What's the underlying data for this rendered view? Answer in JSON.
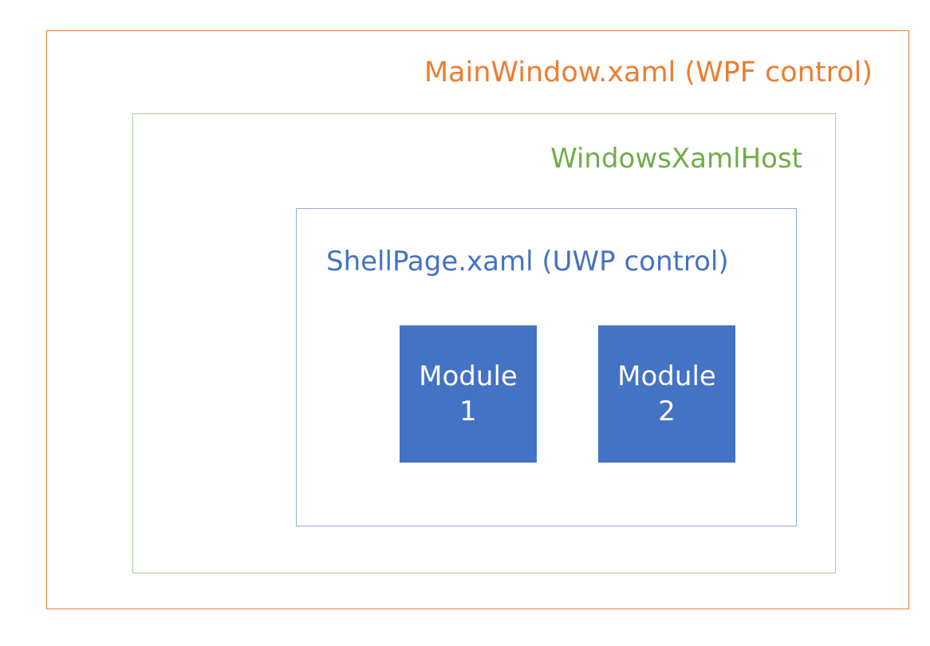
{
  "colors": {
    "main_window": "#ED7D31",
    "host": "#70AD47",
    "shell": "#4472C4",
    "module_fill": "#4472C4"
  },
  "main_window": {
    "label": "MainWindow.xaml (WPF control)"
  },
  "host": {
    "label": "WindowsXamlHost"
  },
  "shell": {
    "label": "ShellPage.xaml (UWP control)"
  },
  "modules": [
    {
      "label": "Module\n1"
    },
    {
      "label": "Module\n2"
    }
  ]
}
